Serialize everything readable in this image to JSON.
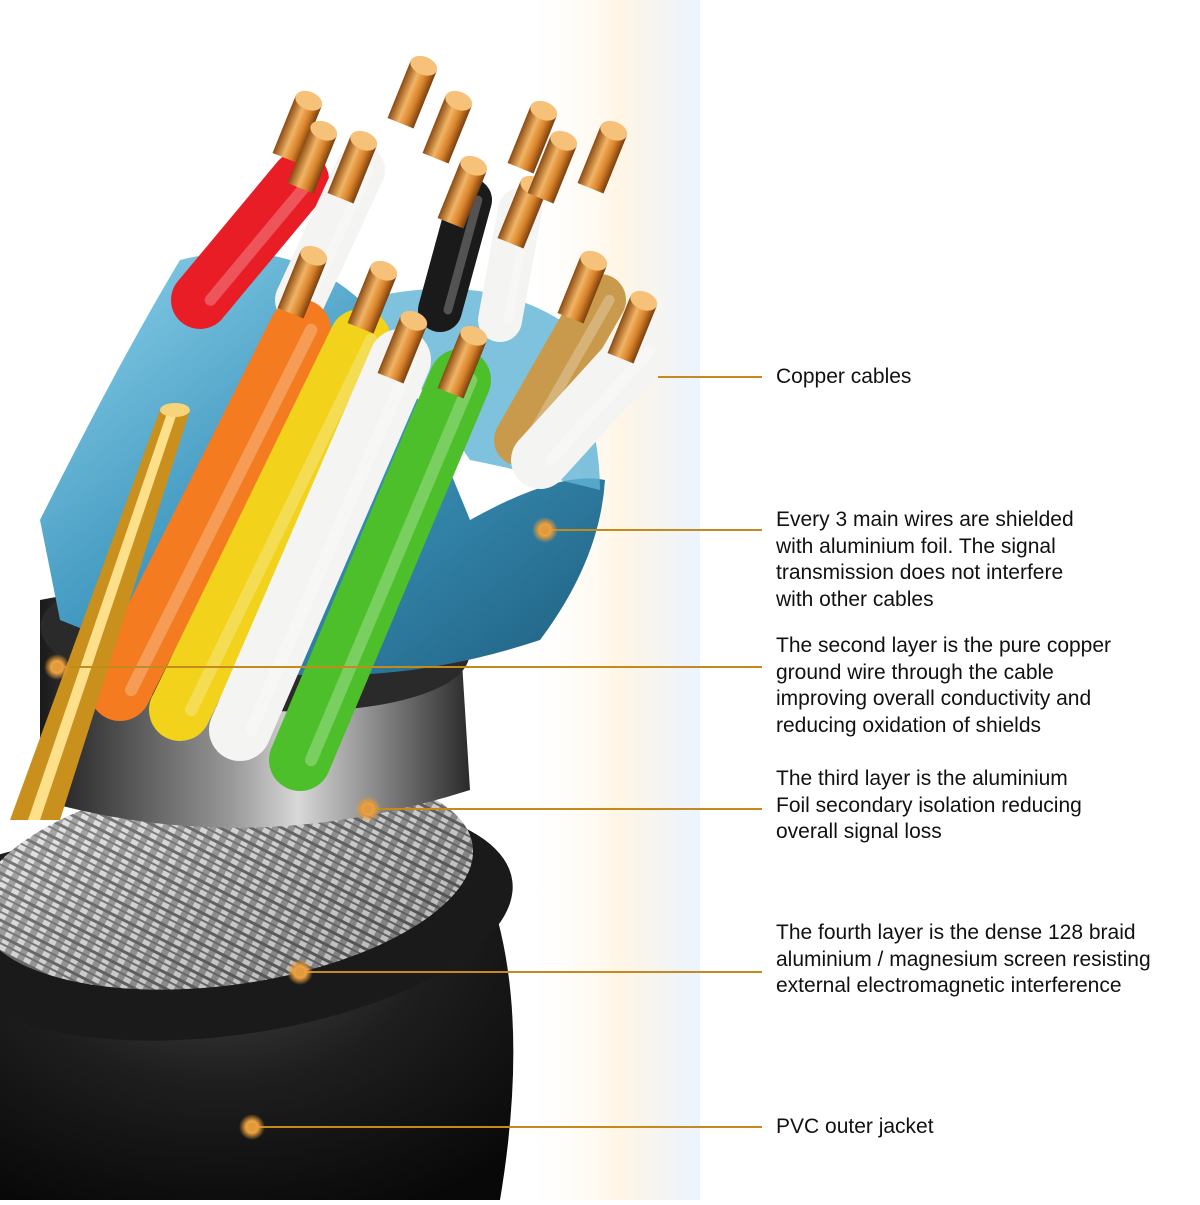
{
  "colors": {
    "leader_line": "#c48a1e",
    "marker": "#e39a3a",
    "label_text": "#111111",
    "copper": "#d98a2c",
    "jacket": "#1c1c1c",
    "foil": "#4aa7c9"
  },
  "wire_colors": [
    "#e81d25",
    "#f47b1f",
    "#f2d21a",
    "#f4f4f2",
    "#4cbf2a",
    "#1a1a1a",
    "#c99a4c"
  ],
  "annotations": [
    {
      "id": "copper-cables",
      "lines": [
        "Copper cables"
      ]
    },
    {
      "id": "foil-shield",
      "lines": [
        "Every 3 main wires are shielded",
        "with aluminium foil. The signal",
        "transmission does not interfere",
        "with other cables"
      ]
    },
    {
      "id": "ground-wire",
      "lines": [
        "The second layer is the pure copper",
        "ground wire through the cable",
        "improving overall conductivity and",
        "reducing oxidation of shields"
      ]
    },
    {
      "id": "aluminium-foil",
      "lines": [
        "The third layer is the aluminium",
        "Foil secondary isolation reducing",
        "overall signal loss"
      ]
    },
    {
      "id": "braid-screen",
      "lines": [
        "The fourth layer is the dense 128 braid",
        "aluminium / magnesium screen resisting",
        "external electromagnetic interference"
      ]
    },
    {
      "id": "pvc-jacket",
      "lines": [
        "PVC outer jacket"
      ]
    }
  ]
}
